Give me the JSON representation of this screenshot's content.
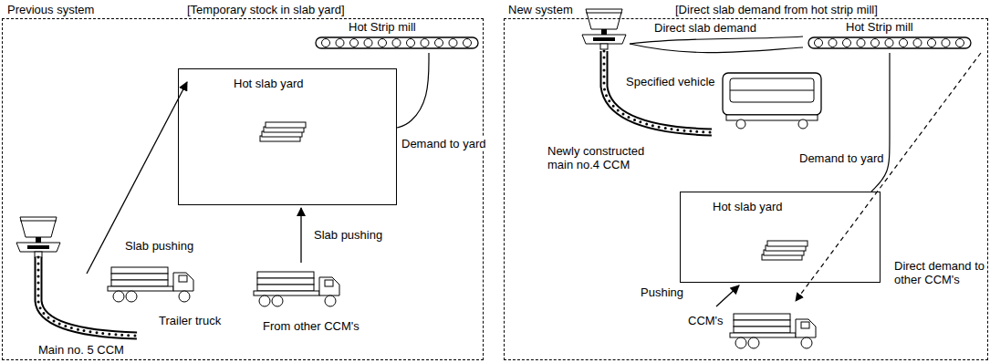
{
  "diagram": {
    "nodes": [
      {
        "text": [
          "Previous system",
          "[Temporary stock in slab yard]"
        ]
      },
      {
        "text": [
          "Hot Strip mill"
        ],
        "in": 0
      },
      {
        "text": [
          "Hot slab yard"
        ],
        "in": 0
      },
      {
        "text": [
          "New system",
          "[Direct slab demand from hot strip mill]"
        ]
      },
      {
        "text": [
          "Hot Strip mill"
        ],
        "in": 3
      },
      {
        "text": [
          "Hot slab yard"
        ],
        "in": 3
      }
    ],
    "edges": [
      {
        "from": 1,
        "to": 2,
        "label": "Demand to yard",
        "arrow": "none"
      },
      {
        "from": 4,
        "to": 5,
        "label": "Demand to yard",
        "arrow": "none"
      }
    ],
    "labels": [
      "Slab pushing",
      "Slab pushing",
      "Trailer truck",
      "From other CCM's",
      "Main no. 5 CCM",
      "Direct slab demand",
      "Specified vehicle",
      "Newly constructed main no.4 CCM",
      "Direct demand to other CCM's",
      "Pushing",
      "CCM's"
    ]
  }
}
